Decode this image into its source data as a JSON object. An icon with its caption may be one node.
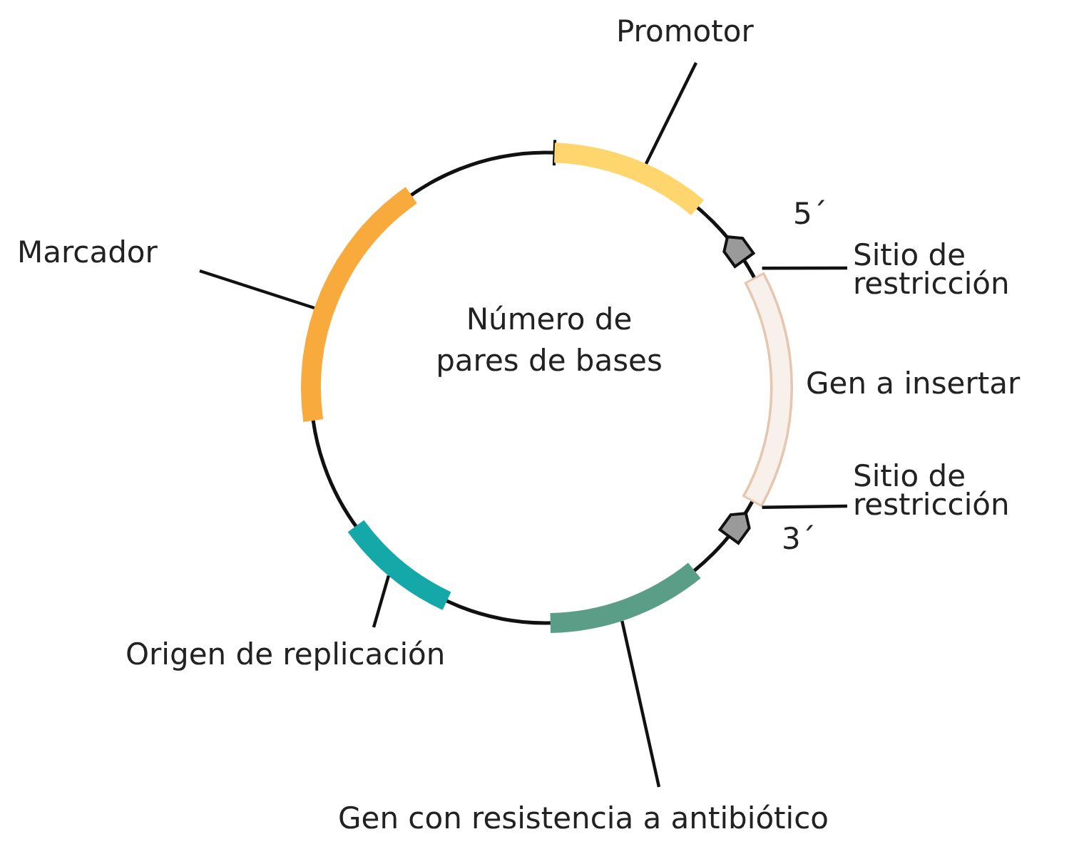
{
  "diagram": {
    "nodes": [
      {
        "text": [
          "Promotor"
        ]
      },
      {
        "text": [],
        "shape": "bar"
      },
      {
        "text": [
          "Marcador"
        ]
      },
      {
        "text": [],
        "shape": "bar"
      },
      {
        "text": [
          "Sitio de restricción"
        ]
      },
      {
        "text": [],
        "shape": "pentagon"
      },
      {
        "text": [
          "Sitio de restricción"
        ]
      },
      {
        "text": [],
        "shape": "pentagon"
      },
      {
        "text": [
          "Origen de replicación"
        ]
      },
      {
        "text": [],
        "shape": "bar"
      },
      {
        "text": [
          "Gen con resistencia a antibiótico"
        ]
      },
      {
        "text": [],
        "shape": "bar"
      }
    ],
    "edges": [
      {
        "from": 0,
        "to": 1,
        "arrow": "none"
      },
      {
        "from": 2,
        "to": 3,
        "arrow": "none"
      },
      {
        "from": 4,
        "to": 5,
        "arrow": "none"
      },
      {
        "from": 6,
        "to": 7,
        "arrow": "none"
      },
      {
        "from": 8,
        "to": 9,
        "arrow": "none"
      },
      {
        "from": 10,
        "to": 11,
        "arrow": "none"
      }
    ],
    "labels": [
      "5´",
      "Número de pares de bases",
      "Gen a insertar",
      "3´"
    ]
  }
}
